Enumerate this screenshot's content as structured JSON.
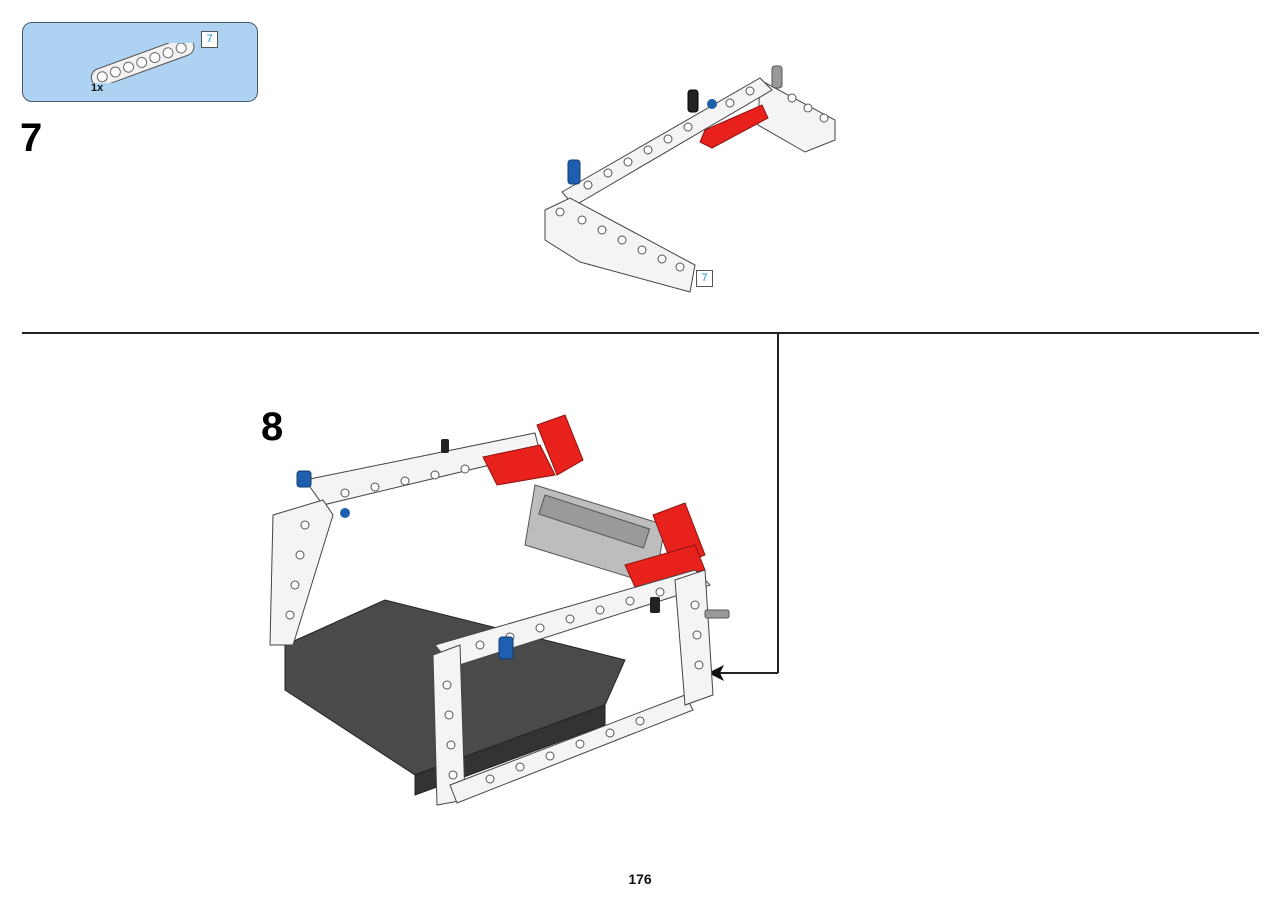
{
  "parts_callout": {
    "quantity": "1x",
    "part_length": "7",
    "beam_color": "#f2f2f2"
  },
  "steps": [
    {
      "number": "7",
      "badge": "7"
    },
    {
      "number": "8"
    }
  ],
  "page": {
    "number": "176"
  },
  "colors": {
    "callout_bg": "#aed3f2",
    "badge_text": "#1a8ed6",
    "red_part": "#e8211c",
    "blue_pin": "#1f5fb0",
    "dark_part": "#4a4a4a",
    "white_part": "#f4f4f4"
  },
  "icons": {
    "assembly_arrow": "arrow-left-icon"
  }
}
